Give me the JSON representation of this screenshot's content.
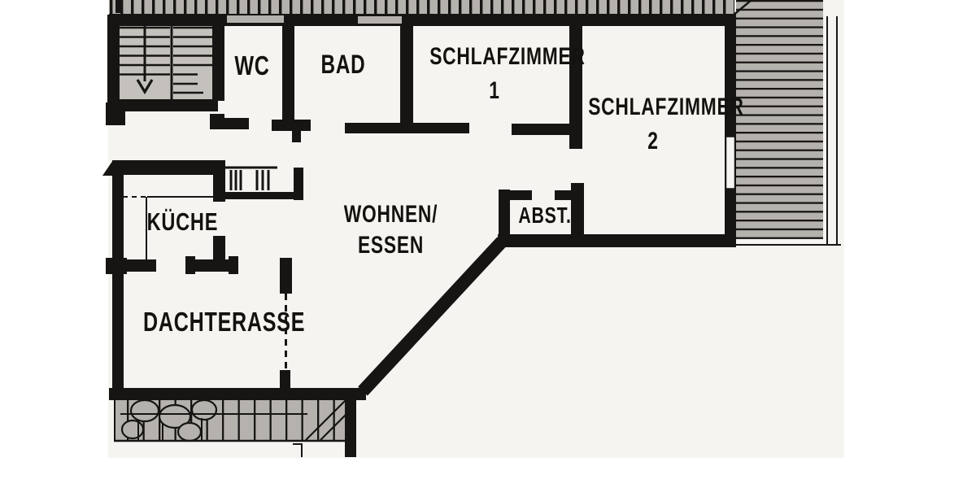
{
  "document": {
    "kind": "apartment-floor-plan"
  },
  "colors": {
    "wall_black": "#171513",
    "hatch_gray": "#b5b2ae",
    "stair_gray": "#c4c1bd",
    "paper": "#f5f4f1",
    "margin_white": "#ffffff"
  },
  "rooms": [
    {
      "id": "wc",
      "label": "WC"
    },
    {
      "id": "bad",
      "label": "BAD"
    },
    {
      "id": "schlafzimmer-1",
      "line1": "SCHLAFZIMMER",
      "line2": "1"
    },
    {
      "id": "schlafzimmer-2",
      "line1": "SCHLAFZIMMER",
      "line2": "2"
    },
    {
      "id": "kueche",
      "label": "KÜCHE"
    },
    {
      "id": "wohnen-essen",
      "line1": "WOHNEN/",
      "line2": "ESSEN"
    },
    {
      "id": "abstellraum",
      "label": "ABST."
    },
    {
      "id": "dachterasse",
      "label": "DACHTERASSE"
    }
  ],
  "symbols": {
    "staircase": "stairwell-two-flights-with-down-arrow",
    "roof_hatch_top": "tick-hatched-roof-strip",
    "roof_hatch_right": "line-hatched-roof-strip",
    "roof_hatch_bottom": "line-hatched-roof-strip-with-shrubs",
    "terrace_boundary": "dashed-line",
    "railing": "ticked-railing-at-stair-opening"
  }
}
